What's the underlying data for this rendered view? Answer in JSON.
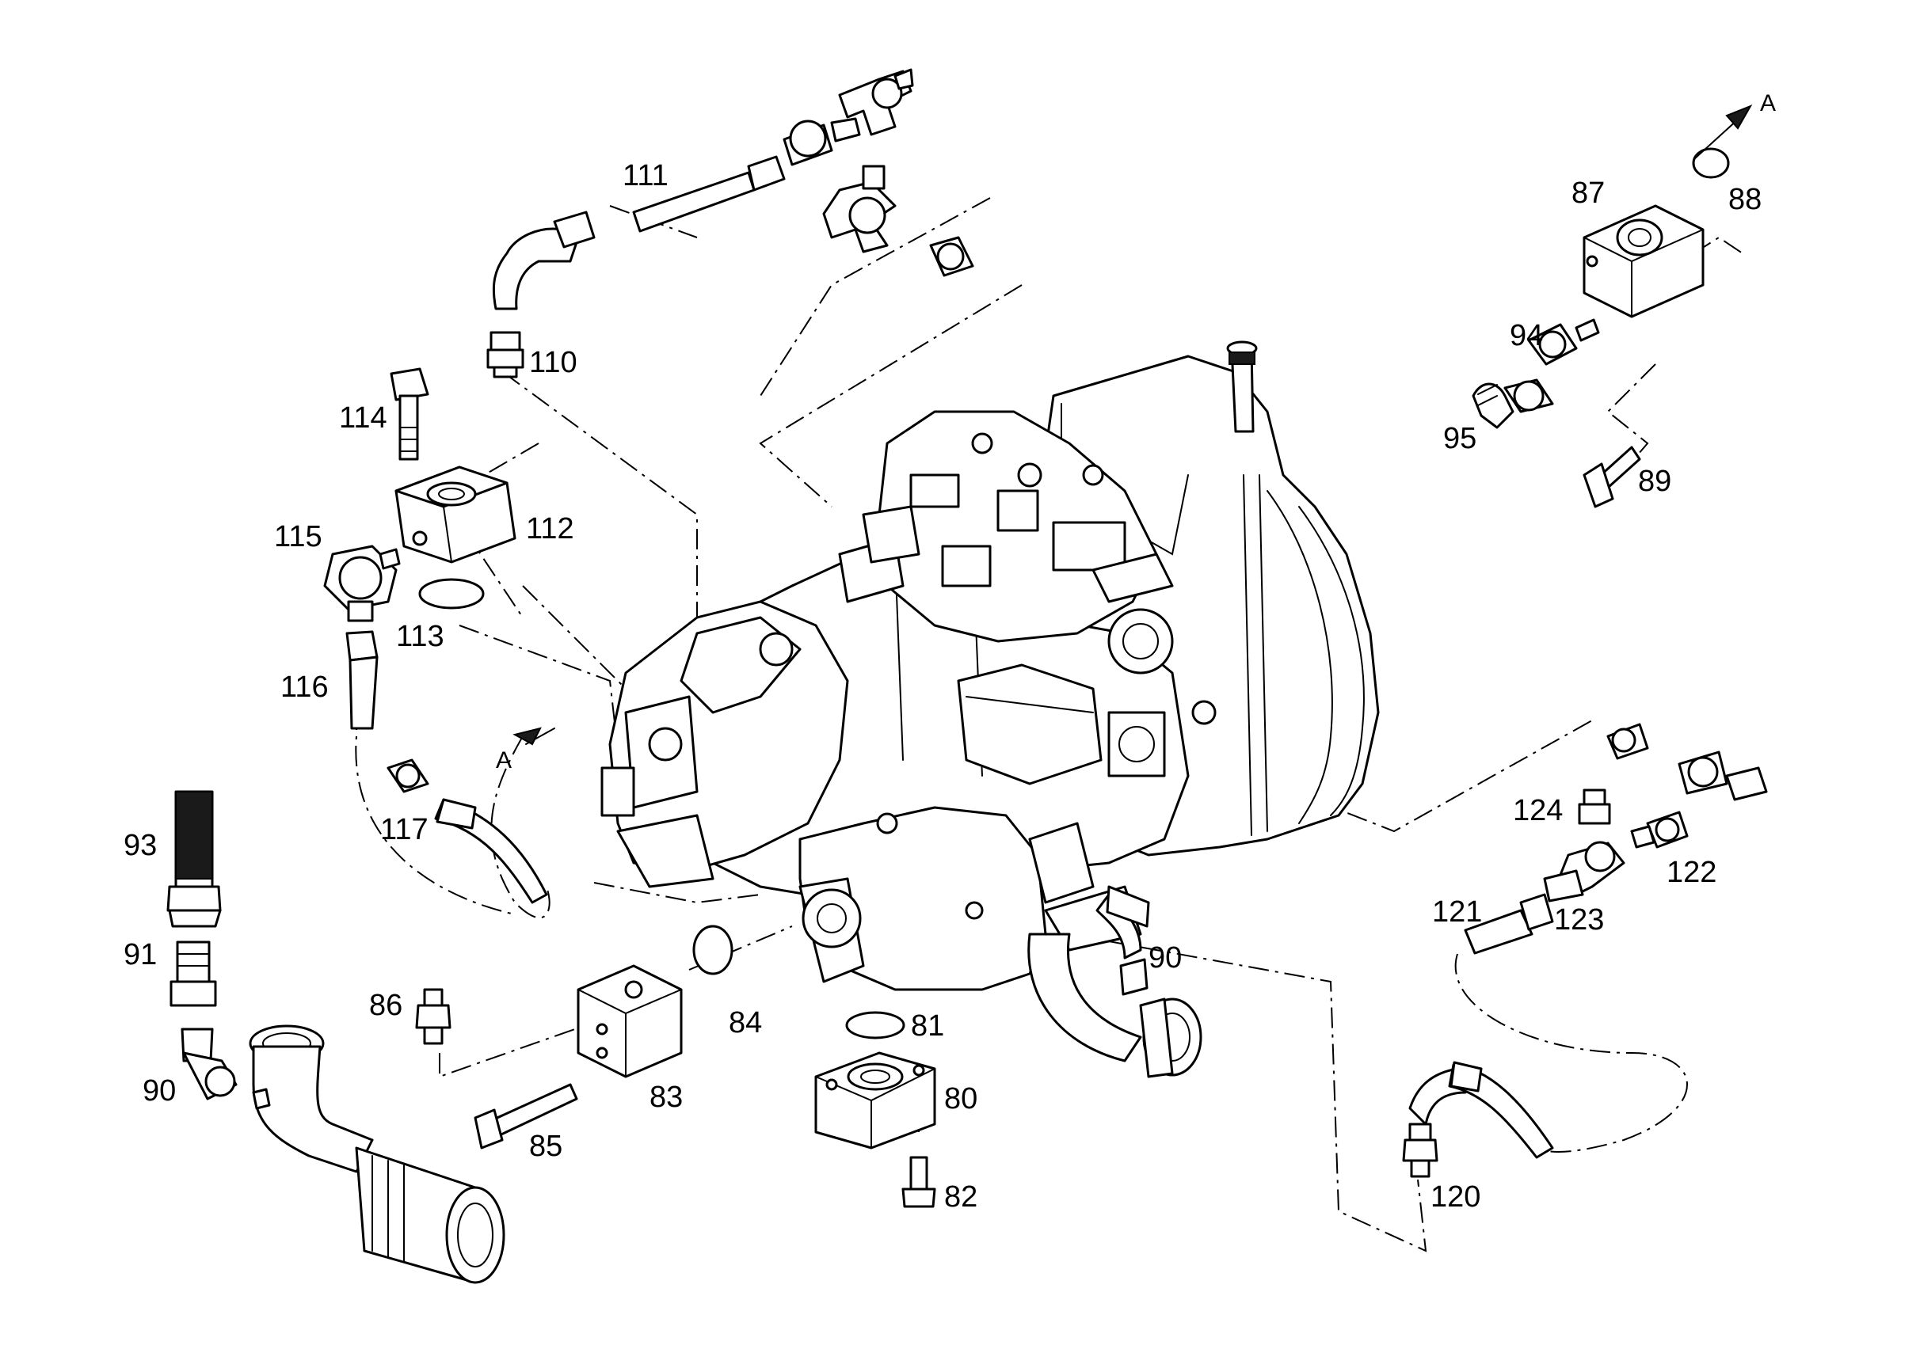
{
  "figure": {
    "callouts": [
      {
        "id": "c111",
        "label": "111"
      },
      {
        "id": "c110",
        "label": "110"
      },
      {
        "id": "c114",
        "label": "114"
      },
      {
        "id": "c112",
        "label": "112"
      },
      {
        "id": "c115",
        "label": "115"
      },
      {
        "id": "c113",
        "label": "113"
      },
      {
        "id": "c116",
        "label": "116"
      },
      {
        "id": "c117",
        "label": "117"
      },
      {
        "id": "c93",
        "label": "93"
      },
      {
        "id": "c91",
        "label": "91"
      },
      {
        "id": "c90a",
        "label": "90"
      },
      {
        "id": "c86",
        "label": "86"
      },
      {
        "id": "c85",
        "label": "85"
      },
      {
        "id": "c83",
        "label": "83"
      },
      {
        "id": "c84",
        "label": "84"
      },
      {
        "id": "c81",
        "label": "81"
      },
      {
        "id": "c80",
        "label": "80"
      },
      {
        "id": "c82",
        "label": "82"
      },
      {
        "id": "c90b",
        "label": "90"
      },
      {
        "id": "c87",
        "label": "87"
      },
      {
        "id": "c88",
        "label": "88"
      },
      {
        "id": "c94",
        "label": "94"
      },
      {
        "id": "c95",
        "label": "95"
      },
      {
        "id": "c89",
        "label": "89"
      },
      {
        "id": "c124",
        "label": "124"
      },
      {
        "id": "c122",
        "label": "122"
      },
      {
        "id": "c121",
        "label": "121"
      },
      {
        "id": "c123",
        "label": "123"
      },
      {
        "id": "c120",
        "label": "120"
      }
    ],
    "section_marks": [
      {
        "id": "sa-top",
        "letter": "A"
      },
      {
        "id": "sa-left",
        "letter": "A"
      }
    ]
  }
}
